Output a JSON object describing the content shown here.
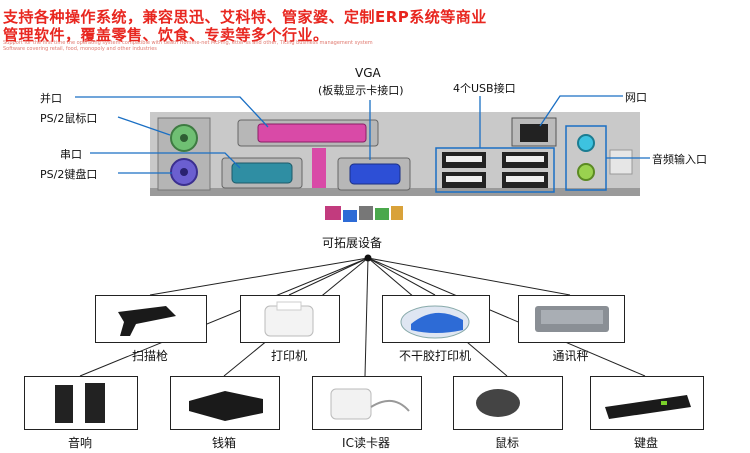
{
  "header": {
    "line1": "支持各种操作系统，兼容思迅、艾科特、管家婆、定制ERP系统等商业",
    "line2": "管理软件，覆盖零售、饮食、专卖等多个行业。",
    "sub1": "Support for the first time the operating system compatible with death Homme-net McPing, etter-ss and other, Ticing business management system",
    "sub2": "Software covering retail, food, monopoly and other industries"
  },
  "ports": {
    "parallel": "并口",
    "ps2_mouse": "PS/2鼠标口",
    "serial": "串口",
    "ps2_keyboard": "PS/2键盘口",
    "vga_title": "VGA",
    "vga_sub": "(板载显示卡接口)",
    "usb": "4个USB接口",
    "network": "网口",
    "audio": "音频输入口"
  },
  "hub_label": "可拓展设备",
  "devices_row1": [
    {
      "name": "扫描枪",
      "icon": "barcode-scanner-icon"
    },
    {
      "name": "打印机",
      "icon": "receipt-printer-icon"
    },
    {
      "name": "不干胶打印机",
      "icon": "label-printer-icon"
    },
    {
      "name": "通讯秤",
      "icon": "scale-icon"
    }
  ],
  "devices_row2": [
    {
      "name": "音响",
      "icon": "speaker-icon"
    },
    {
      "name": "钱箱",
      "icon": "cash-drawer-icon"
    },
    {
      "name": "IC读卡器",
      "icon": "card-reader-icon"
    },
    {
      "name": "鼠标",
      "icon": "mouse-icon"
    },
    {
      "name": "键盘",
      "icon": "keyboard-icon"
    }
  ],
  "colors": {
    "header_red": "#e8261f",
    "leader_blue": "#1a6fc4",
    "board": "#c9c9c9"
  }
}
